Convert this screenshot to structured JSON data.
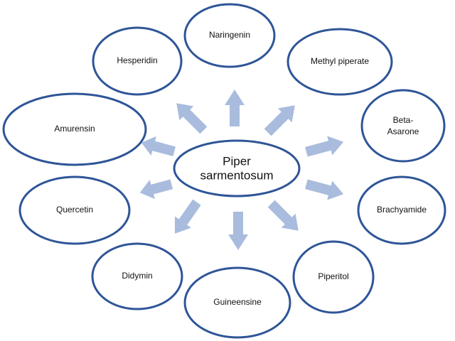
{
  "diagram": {
    "center": {
      "line1": "Piper",
      "line2": "sarmentosum"
    },
    "nodes": [
      {
        "id": "naringenin",
        "label": "Naringenin"
      },
      {
        "id": "methyl-piperate",
        "label": "Methyl piperate"
      },
      {
        "id": "beta-asarone",
        "label": "Beta-",
        "label2": "Asarone"
      },
      {
        "id": "brachyamide",
        "label": "Brachyamide"
      },
      {
        "id": "piperitol",
        "label": "Piperitol"
      },
      {
        "id": "guineensine",
        "label": "Guineensine"
      },
      {
        "id": "didymin",
        "label": "Didymin"
      },
      {
        "id": "quercetin",
        "label": "Quercetin"
      },
      {
        "id": "amurensin",
        "label": "Amurensin"
      },
      {
        "id": "hesperidin",
        "label": "Hesperidin"
      }
    ],
    "colors": {
      "ellipse_stroke": "#2E5597",
      "ellipse_fill": "#ffffff",
      "arrow_fill": "#A9BCDD",
      "text": "#111111"
    }
  }
}
